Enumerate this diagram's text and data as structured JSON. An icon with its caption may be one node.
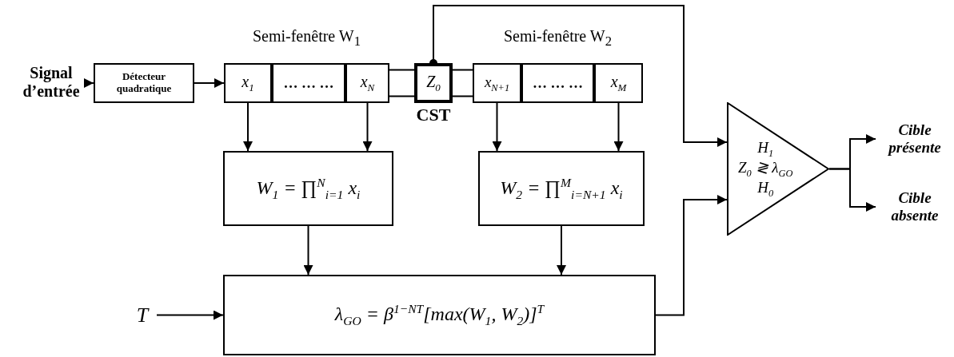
{
  "diagram": {
    "nodes": [
      {
        "text": [
          "Signal d’entrée"
        ]
      },
      {
        "text": [
          "Détecteur quadratique"
        ]
      },
      {
        "text": [
          "Semi-fenêtre W$_{1}$"
        ]
      },
      {
        "text": [
          "x$_{1}$"
        ],
        "in": 2
      },
      {
        "text": [
          "… … …"
        ],
        "in": 2
      },
      {
        "text": [
          "x$_{N}$"
        ],
        "in": 2
      },
      {
        "text": [
          "Z$_{0}$"
        ],
        "beside": [
          "CST"
        ]
      },
      {
        "text": [
          "Semi-fenêtre W$_{2}$"
        ]
      },
      {
        "text": [
          "x$_{N+1}$"
        ],
        "in": 7
      },
      {
        "text": [
          "… … …"
        ],
        "in": 7
      },
      {
        "text": [
          "x$_{M}$"
        ],
        "in": 7
      },
      {
        "text": [
          "W$_{1}$ = ∏$^{N}$$_{i=1}$ x$_{i}$"
        ]
      },
      {
        "text": [
          "W$_{2}$ = ∏$^{M}$$_{i=N+1}$ x$_{i}$"
        ]
      },
      {
        "text": [
          "T"
        ]
      },
      {
        "text": [
          "λ$_{GO}$ = β$^{1−NT}$[max(W$_{1}$, W$_{2}$)]$^{T}$"
        ]
      },
      {
        "text": [
          "H$_{1}$",
          "Z$_{0}$ ≷ λ$_{GO}$",
          "H$_{0}$"
        ]
      },
      {
        "text": [
          "Cible présente"
        ]
      },
      {
        "text": [
          "Cible absente"
        ]
      }
    ],
    "edges": [
      {
        "from": 0,
        "to": 1,
        "arrow": "to"
      },
      {
        "from": 1,
        "to": 3,
        "arrow": "to"
      },
      {
        "from": 5,
        "to": 6,
        "arrow": "none"
      },
      {
        "from": 6,
        "to": 8,
        "arrow": "none"
      },
      {
        "from": 3,
        "to": 11,
        "arrow": "to"
      },
      {
        "from": 5,
        "to": 11,
        "arrow": "to"
      },
      {
        "from": 8,
        "to": 12,
        "arrow": "to"
      },
      {
        "from": 10,
        "to": 12,
        "arrow": "to"
      },
      {
        "from": 11,
        "to": 14,
        "arrow": "to"
      },
      {
        "from": 12,
        "to": 14,
        "arrow": "to"
      },
      {
        "from": 13,
        "to": 14,
        "arrow": "to"
      },
      {
        "from": 6,
        "to": 15,
        "arrow": "to"
      },
      {
        "from": 14,
        "to": 15,
        "arrow": "to"
      },
      {
        "from": 15,
        "to": 16,
        "arrow": "to"
      },
      {
        "from": 15,
        "to": 17,
        "arrow": "to"
      }
    ]
  }
}
